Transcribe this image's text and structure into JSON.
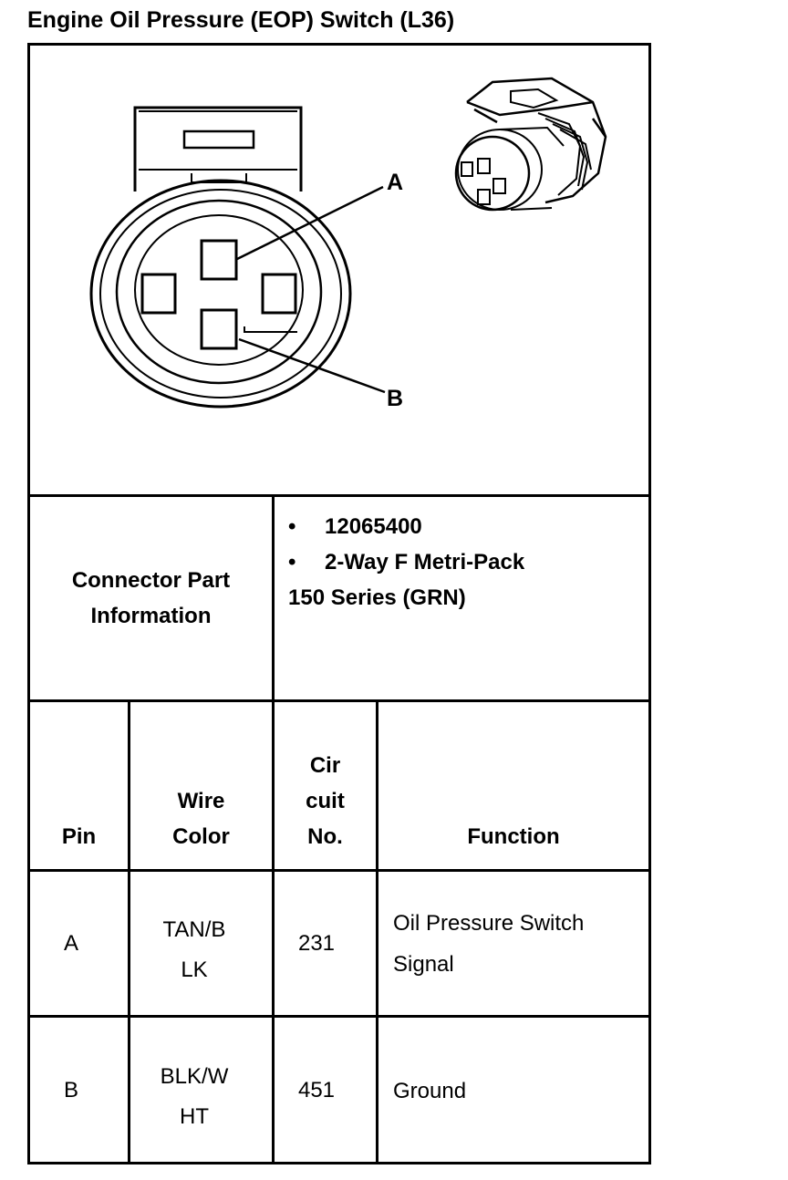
{
  "title": "Engine Oil Pressure (EOP) Switch (L36)",
  "diagram": {
    "label_a": "A",
    "label_b": "B"
  },
  "connector_info": {
    "label_line1": "Connector Part",
    "label_line2": "Information",
    "bullet_glyph": "•",
    "items": [
      "12065400",
      "2-Way F Metri-Pack"
    ],
    "continuation": "150 Series (GRN)"
  },
  "table": {
    "headers": {
      "pin": [
        "Pin"
      ],
      "wire_color": [
        "Wire",
        "Color"
      ],
      "circuit": [
        "Cir",
        "cuit",
        "No."
      ],
      "function": [
        "Function"
      ]
    },
    "rows": [
      {
        "pin": "A",
        "wire_color": [
          "TAN/B",
          "LK"
        ],
        "circuit": "231",
        "function": [
          "Oil Pressure Switch",
          "Signal"
        ]
      },
      {
        "pin": "B",
        "wire_color": [
          "BLK/W",
          "HT"
        ],
        "circuit": "451",
        "function": [
          "Ground"
        ]
      }
    ]
  }
}
